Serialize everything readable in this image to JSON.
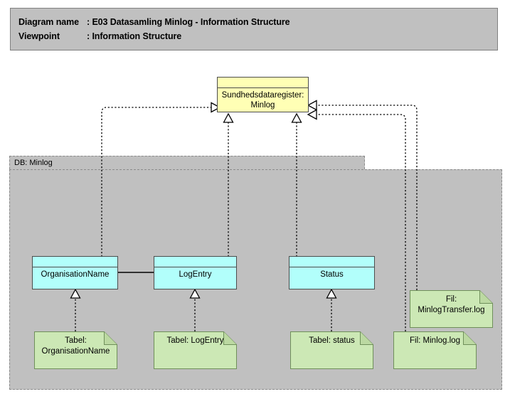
{
  "header": {
    "line1_label": "Diagram name",
    "line1_sep": ": ",
    "line1_value": "E03 Datasamling Minlog - Information Structure",
    "line2_label": "Viewpoint",
    "line2_sep": ": ",
    "line2_value": "Information Structure"
  },
  "colors": {
    "banner_bg": "#c0c0c0",
    "banner_border": "#808080",
    "group_bg": "#c0c0c0",
    "group_border": "#8a8a8a",
    "yellow_node": "#ffffb5",
    "cyan_node": "#b2fffb",
    "green_note": "#cce8b5",
    "green_note_border": "#6f8f5a",
    "line": "#000000",
    "page_bg": "#ffffff"
  },
  "group": {
    "label": "DB: Minlog"
  },
  "nodes": {
    "registry": {
      "label": "Sundhedsdataregister: Minlog",
      "type": "data-object",
      "color": "yellow"
    },
    "organisation_name": {
      "label": "OrganisationName",
      "type": "data-object",
      "color": "cyan"
    },
    "log_entry": {
      "label": "LogEntry",
      "type": "data-object",
      "color": "cyan"
    },
    "status": {
      "label": "Status",
      "type": "data-object",
      "color": "cyan"
    },
    "tabel_organisation_name": {
      "label": "Tabel: OrganisationName",
      "type": "artifact",
      "color": "green"
    },
    "tabel_log_entry": {
      "label": "Tabel: LogEntry",
      "type": "artifact",
      "color": "green"
    },
    "tabel_status": {
      "label": "Tabel: status",
      "type": "artifact",
      "color": "green"
    },
    "fil_minlog_transfer": {
      "label": "Fil: MinlogTransfer.log",
      "type": "artifact",
      "color": "green"
    },
    "fil_minlog": {
      "label": "Fil: Minlog.log",
      "type": "artifact",
      "color": "green"
    }
  },
  "connections": [
    {
      "from": "organisation_name",
      "to": "registry",
      "style": "dashed",
      "arrow": "hollow-triangle"
    },
    {
      "from": "log_entry",
      "to": "registry",
      "style": "dashed",
      "arrow": "hollow-triangle"
    },
    {
      "from": "status",
      "to": "registry",
      "style": "dashed",
      "arrow": "hollow-triangle"
    },
    {
      "from": "fil_minlog_transfer",
      "to": "registry",
      "style": "dashed",
      "arrow": "hollow-triangle"
    },
    {
      "from": "fil_minlog",
      "to": "registry",
      "style": "dashed",
      "arrow": "hollow-triangle"
    },
    {
      "from": "tabel_organisation_name",
      "to": "organisation_name",
      "style": "dashed",
      "arrow": "hollow-triangle"
    },
    {
      "from": "tabel_log_entry",
      "to": "log_entry",
      "style": "dashed",
      "arrow": "hollow-triangle"
    },
    {
      "from": "tabel_status",
      "to": "status",
      "style": "dashed",
      "arrow": "hollow-triangle"
    },
    {
      "from": "organisation_name",
      "to": "log_entry",
      "style": "solid",
      "arrow": "none"
    }
  ]
}
